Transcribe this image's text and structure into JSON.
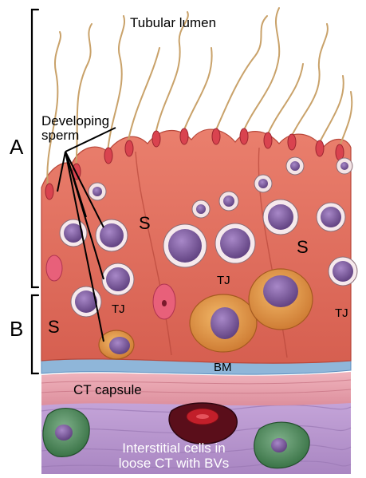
{
  "labels": {
    "tubular_lumen": "Tubular lumen",
    "developing_sperm_line1": "Developing",
    "developing_sperm_line2": "sperm",
    "region_a": "A",
    "region_b": "B",
    "sertoli_1": "S",
    "sertoli_2": "S",
    "sertoli_3": "S",
    "tight_junction_1": "TJ",
    "tight_junction_2": "TJ",
    "tight_junction_3": "TJ",
    "basement_membrane": "BM",
    "ct_capsule": "CT capsule",
    "interstitial_line1": "Interstitial cells in",
    "interstitial_line2": "loose CT with BVs"
  },
  "colors": {
    "sertoli_cytoplasm": "#e26d5c",
    "sertoli_edge": "#b8473a",
    "spermatogonium_cytoplasm": "#e39a45",
    "nucleus": "#7d5a9c",
    "basement_membrane": "#8fb6d9",
    "ct_capsule": "#e9a3b0",
    "loose_ct": "#b693cc",
    "interstitial_cell": "#4e8a5a",
    "blood_cell": "#c21f2a",
    "sperm_tail": "#c9a26a",
    "sperm_head": "#d9434f"
  }
}
